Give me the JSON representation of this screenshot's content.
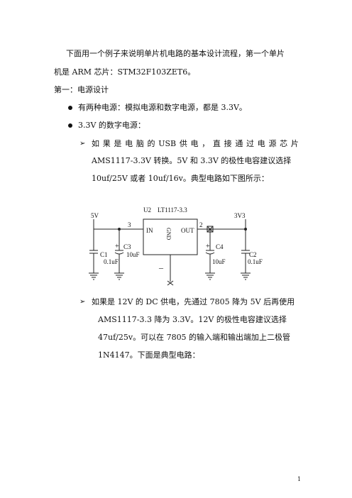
{
  "paragraphs": {
    "intro_line1": "下面用一个例子来说明单片机电路的基本设计流程，第一个单片",
    "intro_line2": "机是 ARM 芯片：STM32F103ZET6。",
    "section1": "第一：电源设计",
    "bullet1": "有两种电源：模拟电源和数字电源，都是 3.3V。",
    "bullet2": "3.3V 的数字电源：",
    "sub1_line1": [
      "如",
      "果",
      "是",
      "电",
      "脑",
      "的",
      "USB",
      "供",
      "电",
      "，",
      "直",
      "接",
      "通",
      "过",
      "电",
      "源",
      "芯",
      "片"
    ],
    "sub1_line2": "AMS1117-3.3V  转换。5V  和  3.3V  的极性电容建议选择",
    "sub1_line3": "10uf/25V 或者 10uf/16v。典型电路如下图所示：",
    "sub2_line1": "如果是 12V 的 DC 供电，先通过 7805 降为 5V 后再使用",
    "sub2_line2": "AMS1117-3.3  降为  3.3V。12V  的极性电容建议选择",
    "sub2_line3": "47uf/25v。可以在  7805  的输入端和输出端加上二极管",
    "sub2_line4": "1N4147。下面是典型电路："
  },
  "circuit": {
    "u_ref": "U2",
    "u_part": "LT1117-3.3",
    "in_label": "5V",
    "out_label": "3V3",
    "pin_in": "3",
    "pin_out": "2",
    "pin_in_name": "IN",
    "pin_out_name": "OUT",
    "pin_gnd_name": "GND",
    "c1_ref": "C1",
    "c1_val": "0.1uF",
    "c3_ref": "C3",
    "c3_val": "10uF",
    "c4_ref": "C4",
    "c4_val": "10uF",
    "c2_ref": "C2",
    "c2_val": "0.1uF",
    "plus": "+",
    "minus": "–"
  },
  "page_number": "1"
}
